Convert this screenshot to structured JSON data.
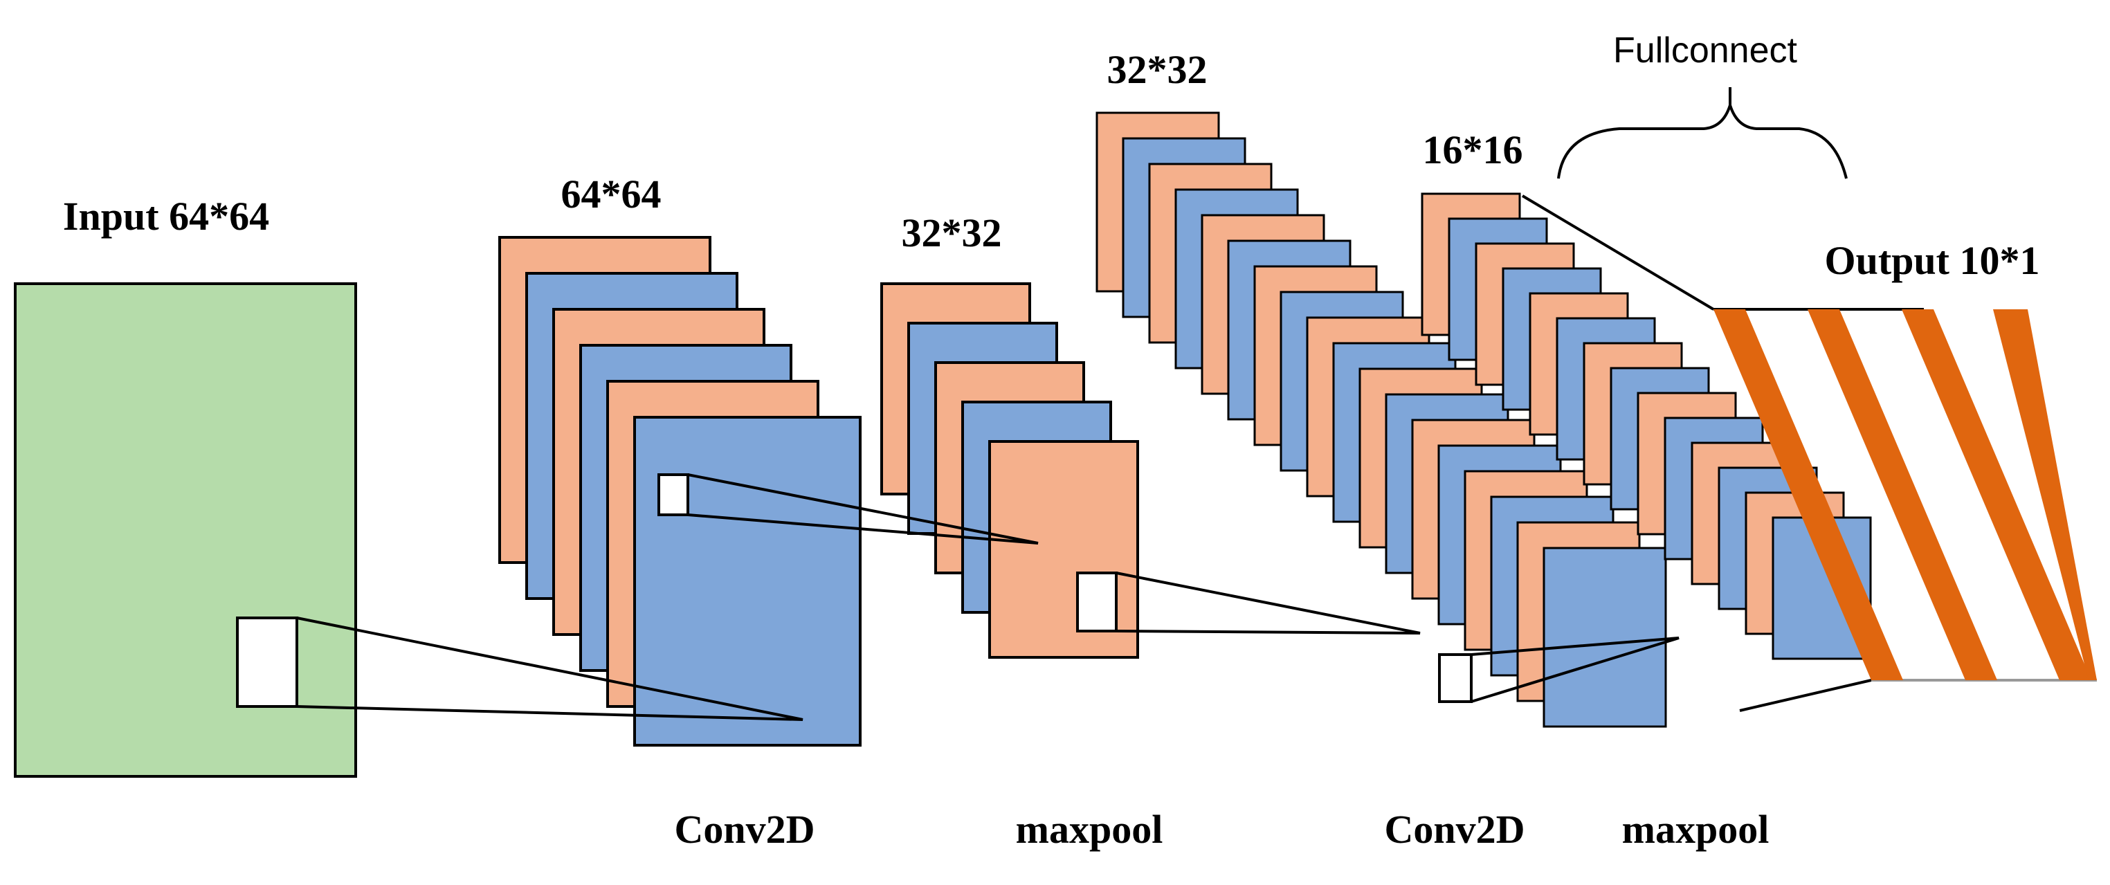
{
  "labels": {
    "input": "Input 64*64",
    "conv1_size": "64*64",
    "pool1_size": "32*32",
    "conv2_size": "32*32",
    "pool2_size": "16*16",
    "fullconnect": "Fullconnect",
    "output": "Output 10*1",
    "conv1_op": "Conv2D",
    "pool1_op": "maxpool",
    "conv2_op": "Conv2D",
    "pool2_op": "maxpool"
  },
  "colors": {
    "input_fill": "#b5dcaa",
    "orange_map": "#f5b08c",
    "blue_map": "#7fa6d9",
    "output_stripe": "#e0660f",
    "outline": "#000000",
    "kernel": "#ffffff"
  },
  "layers": [
    {
      "name": "input",
      "maps": 1
    },
    {
      "name": "conv2d-1",
      "maps": 6
    },
    {
      "name": "maxpool-1",
      "maps": 5
    },
    {
      "name": "conv2d-2",
      "maps": 18
    },
    {
      "name": "maxpool-2",
      "maps": 14
    },
    {
      "name": "fullconnect-output",
      "stripes": 4
    }
  ]
}
